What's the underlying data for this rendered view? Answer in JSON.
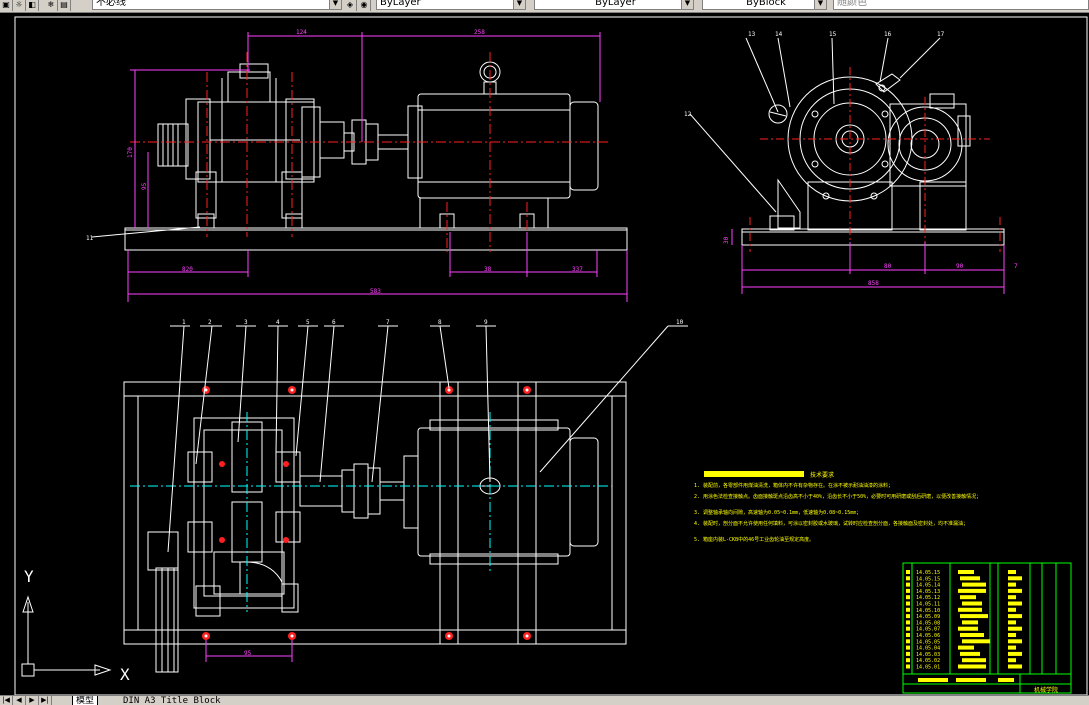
{
  "toolbar": {
    "linetype_value": "不必线",
    "layer_color_value": "ByLayer",
    "linetype2_value": "ByLayer",
    "lineweight_value": "ByBlock",
    "plotstyle_value": "随颜色"
  },
  "drawing": {
    "dims": {
      "top_a": "124",
      "top_b": "258",
      "left_a": "170",
      "left_b": "95",
      "bottom_a": "820",
      "bottom_b": "38",
      "bottom_c": "337",
      "total": "583",
      "side_a": "80",
      "side_b": "90",
      "side_c": "7",
      "side_total": "858",
      "side_h": "30",
      "plan_w": "95"
    },
    "callouts": {
      "c1": "1",
      "c2": "2",
      "c3": "3",
      "c4": "4",
      "c5": "5",
      "c6": "6",
      "c7": "7",
      "c8": "8",
      "c9": "9",
      "c10": "10",
      "c11": "11",
      "c12": "12",
      "c13": "13",
      "c14": "14",
      "c15": "15",
      "c16": "16",
      "c17": "17"
    },
    "notes": {
      "title": "技术要求",
      "lines": [
        "1. 装配前，各零部件用煤油清洗，箱体内不许有杂物存在。在涂不被示耐油油漆的涂料；",
        "2. 用涂色法检查接触点。齿面接触斑点沿齿高不小于40%，沿齿长不小于50%，必要时可用研磨或刮后研磨，以便改善接触情况；",
        "3. 调整轴承轴向间隙，高速轴为0.05~0.1mm，低速轴为0.08~0.15mm；",
        "4. 装配时，剖分面不允许使用任何填料，可涂以密封胶或水玻璃，试转时应检查剖分面，各接触面及密封处，均不准漏油；",
        "5. 箱座内装L-CKB中的46号工业齿轮油至规定高度。"
      ]
    },
    "title_block": {
      "codes": [
        "14.05.15",
        "14.05.15",
        "14.05.14",
        "14.05.13",
        "14.05.12",
        "14.05.11",
        "14.05.10",
        "14.05.09",
        "14.05.08",
        "14.05.07",
        "14.05.06",
        "14.05.05",
        "14.05.04",
        "14.05.03",
        "14.05.02",
        "14.05.01"
      ],
      "school": "机械学院"
    },
    "ucs": {
      "x_label": "X",
      "y_label": "Y"
    }
  },
  "tabs": {
    "model": "模型",
    "layout": "DIN A3 Title Block"
  }
}
